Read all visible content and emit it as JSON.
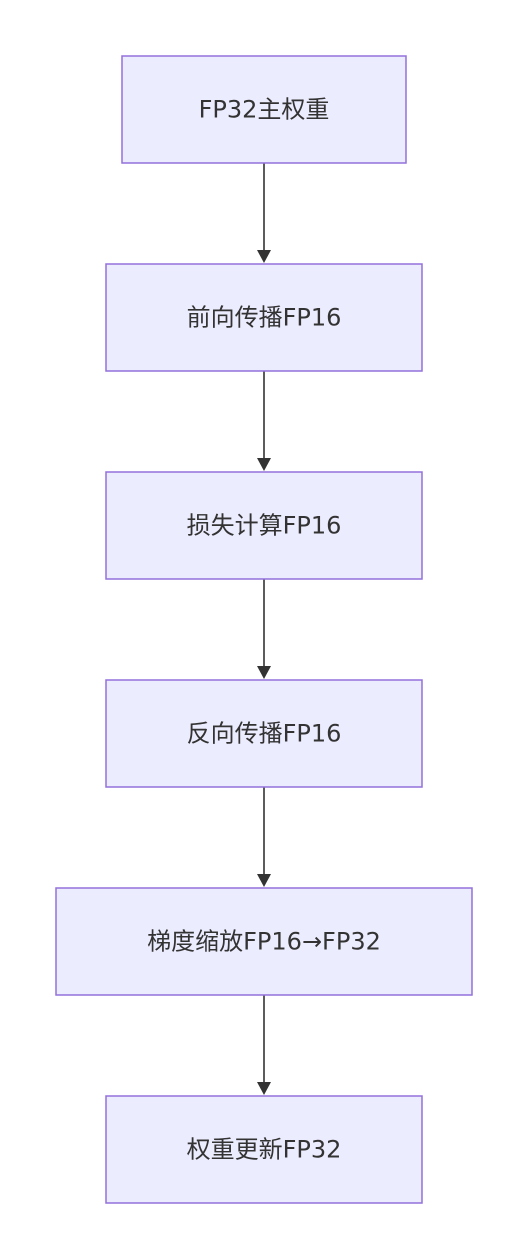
{
  "diagram": {
    "type": "flowchart",
    "direction": "top-to-bottom",
    "colors": {
      "node_fill": "#ECECFF",
      "node_border": "#9370DB",
      "edge": "#333333",
      "text": "#333333",
      "background": "#FFFFFF"
    },
    "nodes": [
      {
        "id": "n1",
        "label": "FP32主权重"
      },
      {
        "id": "n2",
        "label": "前向传播FP16"
      },
      {
        "id": "n3",
        "label": "损失计算FP16"
      },
      {
        "id": "n4",
        "label": "反向传播FP16"
      },
      {
        "id": "n5",
        "label": "梯度缩放FP16→FP32"
      },
      {
        "id": "n6",
        "label": "权重更新FP32"
      }
    ],
    "edges": [
      {
        "from": "n1",
        "to": "n2"
      },
      {
        "from": "n2",
        "to": "n3"
      },
      {
        "from": "n3",
        "to": "n4"
      },
      {
        "from": "n4",
        "to": "n5"
      },
      {
        "from": "n5",
        "to": "n6"
      }
    ]
  }
}
